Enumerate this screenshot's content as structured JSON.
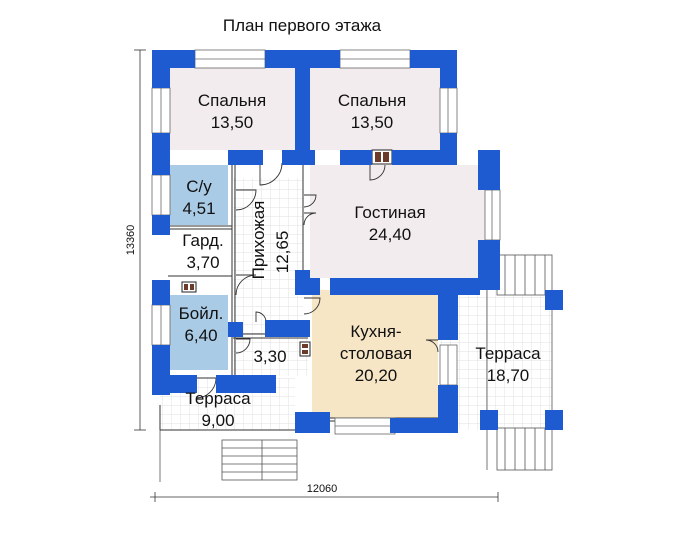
{
  "title": "План первого этажа",
  "dimensions": {
    "width": "12060",
    "height": "13360"
  },
  "rooms": [
    {
      "name": "Спальня",
      "area": "13,50"
    },
    {
      "name": "Спальня",
      "area": "13,50"
    },
    {
      "name": "С/у",
      "area": "4,51"
    },
    {
      "name": "Гард.",
      "area": "3,70"
    },
    {
      "name": "Прихожая",
      "area": "12,65"
    },
    {
      "name": "Гостиная",
      "area": "24,40"
    },
    {
      "name": "Бойл.",
      "area": "6,40"
    },
    {
      "name": "",
      "area": "3,30"
    },
    {
      "name": "Кухня-",
      "name2": "столовая",
      "area": "20,20"
    },
    {
      "name": "Терраса",
      "area": "18,70"
    },
    {
      "name": "Терраса",
      "area": "9,00"
    }
  ],
  "colors": {
    "wall": "#1e5bd1",
    "bedroom": "#f3ecef",
    "wet": "#aacbe6",
    "kitchen": "#f6e6c6",
    "living": "#f3ecef",
    "hall": "#ffffff"
  }
}
